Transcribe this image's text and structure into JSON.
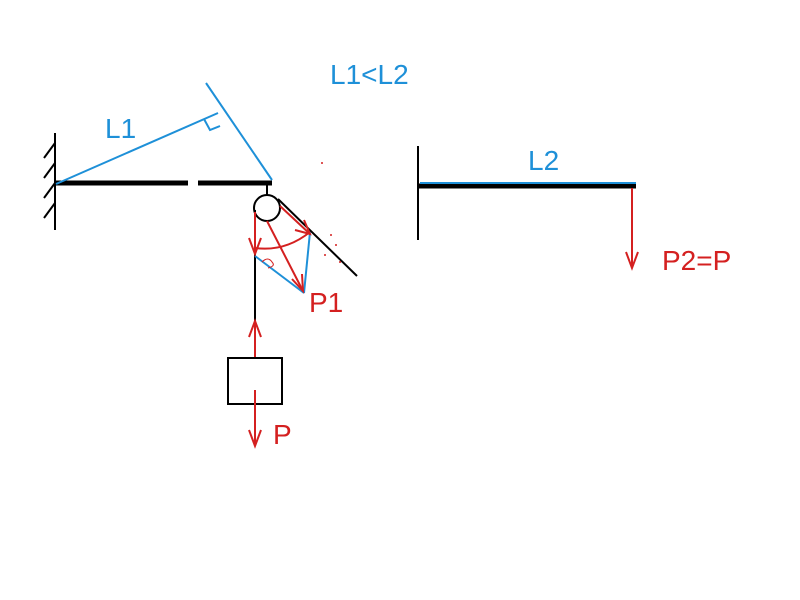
{
  "labels": {
    "L1": "L1",
    "comparison": "L1<L2",
    "L2": "L2",
    "P1": "P1",
    "P": "P",
    "P2": "P2=P"
  },
  "colors": {
    "structure": "#000000",
    "dimension": "#1e90d8",
    "force": "#d42020"
  }
}
